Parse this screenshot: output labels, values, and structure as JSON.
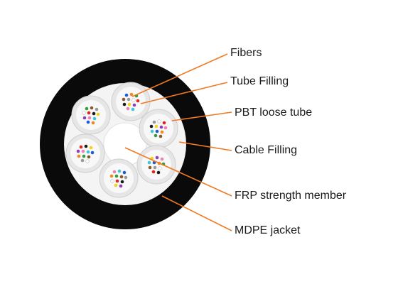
{
  "labels": {
    "fibers": "Fibers",
    "tube_filling": "Tube Filling",
    "pbt_loose_tube": "PBT loose tube",
    "cable_filling": "Cable Filling",
    "frp_strength_member": "FRP strength member",
    "mdpe_jacket": "MDPE jacket"
  },
  "colors": {
    "jacket": "#0a0a0a",
    "cable_filling": "#f4f4f4",
    "tube_ring": "#e6e6e6",
    "tube_inner": "#f8f8f8",
    "frp_center": "#ffffff",
    "leader_line": "#f07a22",
    "fiber_palette": [
      "#1f5bd6",
      "#f08a1e",
      "#2e9e3e",
      "#8b5a2b",
      "#9a9a9a",
      "#ffffff",
      "#e0261f",
      "#1a1a1a",
      "#f2d21b",
      "#8e3fb3",
      "#f07fb4",
      "#3cc6d8"
    ]
  }
}
